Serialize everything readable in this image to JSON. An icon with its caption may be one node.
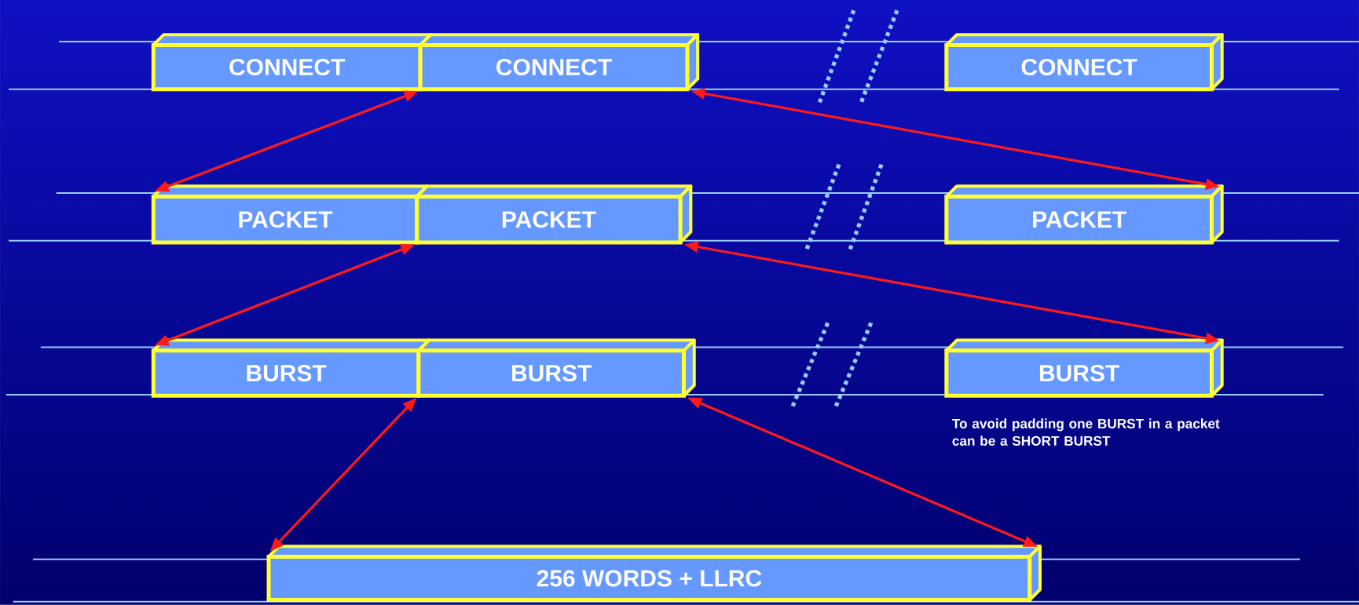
{
  "diagram": {
    "nodes": [
      {
        "text": [
          "CONNECT"
        ]
      },
      {
        "text": [
          "CONNECT"
        ]
      },
      {
        "text": [
          "CONNECT"
        ]
      },
      {
        "text": [
          "PACKET"
        ]
      },
      {
        "text": [
          "PACKET"
        ]
      },
      {
        "text": [
          "PACKET"
        ]
      },
      {
        "text": [
          "BURST"
        ]
      },
      {
        "text": [
          "BURST"
        ]
      },
      {
        "text": [
          "BURST"
        ]
      },
      {
        "text": [
          "256  WORDS  +  LLRC"
        ]
      }
    ],
    "edges": [
      {
        "from": 1,
        "to": 3,
        "arrow": "both"
      },
      {
        "from": 1,
        "to": 5,
        "arrow": "both"
      },
      {
        "from": 4,
        "to": 6,
        "arrow": "both"
      },
      {
        "from": 4,
        "to": 8,
        "arrow": "both"
      },
      {
        "from": 7,
        "to": 9,
        "arrow": "both"
      },
      {
        "from": 7,
        "to": 9,
        "arrow": "both"
      }
    ],
    "labels": [
      "To avoid padding one BURST in a packet can be a SHORT BURST"
    ]
  }
}
